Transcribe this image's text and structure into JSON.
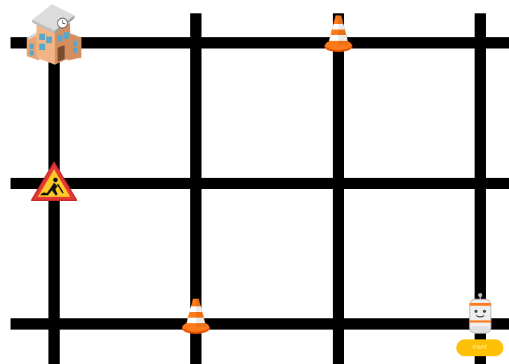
{
  "board": {
    "background": "#ffffff",
    "road_color": "#000000",
    "grid": {
      "columns": 4,
      "rows": 3
    }
  },
  "pieces": [
    {
      "id": "school",
      "icon": "school-building-icon",
      "grid_col": 1,
      "grid_row": 1
    },
    {
      "id": "cone-top",
      "icon": "traffic-cone-icon",
      "grid_col": 3,
      "grid_row": 1
    },
    {
      "id": "roadwork",
      "icon": "road-work-sign-icon",
      "grid_col": 1,
      "grid_row": 2
    },
    {
      "id": "cone-bottom",
      "icon": "traffic-cone-icon",
      "grid_col": 2,
      "grid_row": 3
    },
    {
      "id": "robot",
      "icon": "robot-icon",
      "grid_col": 4,
      "grid_row": 3
    }
  ],
  "controls": {
    "start_label": "START",
    "start_color": "#ffc107"
  }
}
